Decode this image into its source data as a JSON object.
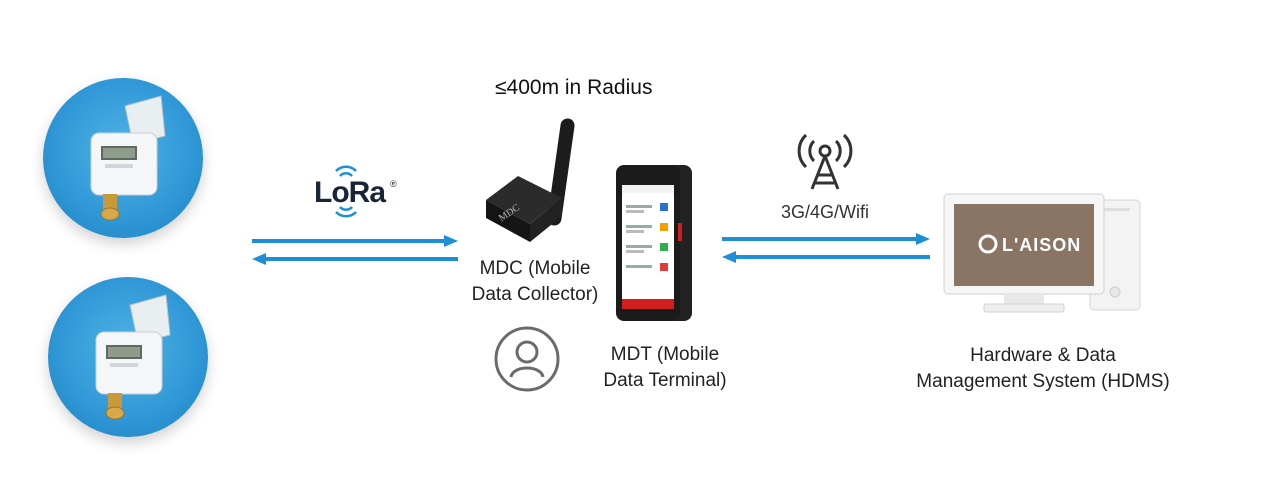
{
  "radius_label": "≤400m in Radius",
  "lora": {
    "text": "LoRa",
    "mark": "®"
  },
  "network_label": "3G/4G/Wifi",
  "mdc_label_line1": "MDC (Mobile",
  "mdc_label_line2": "Data Collector)",
  "mdc_device_text": "MDC",
  "mdt_label_line1": "MDT (Mobile",
  "mdt_label_line2": "Data Terminal)",
  "hdms_label_line1": "Hardware & Data",
  "hdms_label_line2": "Management System (HDMS)",
  "hdms_brand": "L'AISON",
  "colors": {
    "arrow": "#1e8fd5",
    "meter_bg": "#2f97d6",
    "screen": "#8a7565",
    "monitor": "#f0f0f0"
  }
}
